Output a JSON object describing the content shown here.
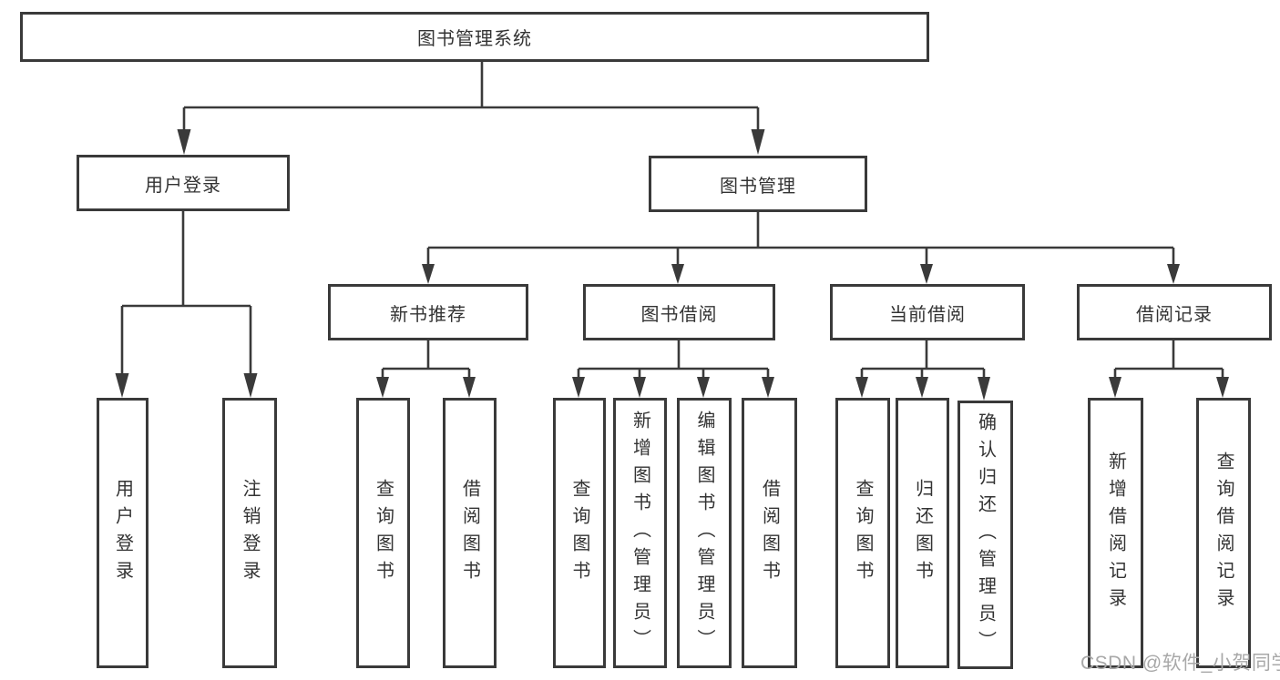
{
  "diagram": {
    "root": {
      "label": "图书管理系统",
      "children": [
        {
          "label": "用户登录",
          "children": [
            {
              "label": "用户登录"
            },
            {
              "label": "注销登录"
            }
          ]
        },
        {
          "label": "图书管理",
          "children": [
            {
              "label": "新书推荐",
              "children": [
                {
                  "label": "查询图书"
                },
                {
                  "label": "借阅图书"
                }
              ]
            },
            {
              "label": "图书借阅",
              "children": [
                {
                  "label": "查询图书"
                },
                {
                  "label": "新增图书（管理员）"
                },
                {
                  "label": "编辑图书（管理员）"
                },
                {
                  "label": "借阅图书"
                }
              ]
            },
            {
              "label": "当前借阅",
              "children": [
                {
                  "label": "查询图书"
                },
                {
                  "label": "归还图书"
                },
                {
                  "label": "确认归还（管理员）"
                }
              ]
            },
            {
              "label": "借阅记录",
              "children": [
                {
                  "label": "新增借阅记录"
                },
                {
                  "label": "查询借阅记录"
                }
              ]
            }
          ]
        }
      ]
    }
  },
  "watermark": {
    "text": "CSDN @软件_小贺同学"
  },
  "colors": {
    "line": "#3a3a3a",
    "text": "#333333",
    "background": "#ffffff",
    "watermark": "#a8a8a8"
  }
}
